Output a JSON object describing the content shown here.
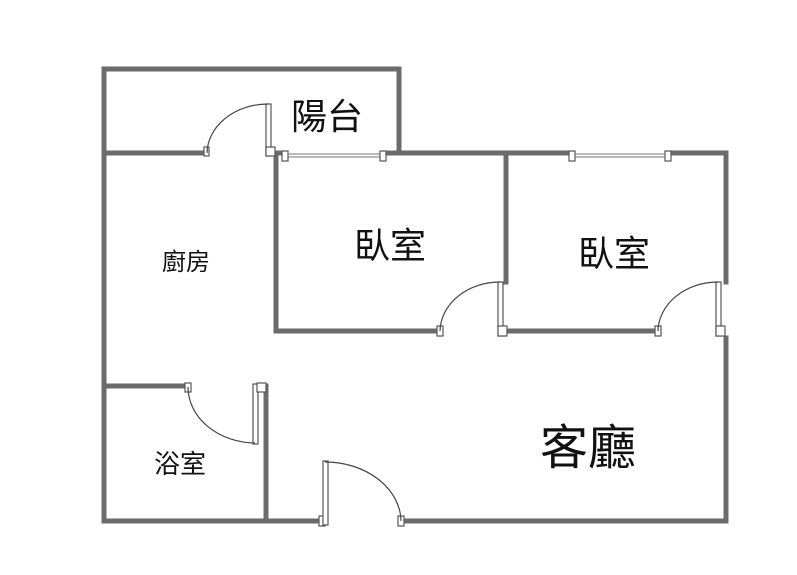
{
  "rooms": {
    "balcony": "陽台",
    "kitchen": "廚房",
    "bedroom_1": "臥室",
    "bedroom_2": "臥室",
    "bathroom": "浴室",
    "living_room": "客廳"
  },
  "colors": {
    "wall": "#6b6b6b",
    "door": "#555555",
    "text": "#111111",
    "background": "#ffffff"
  }
}
